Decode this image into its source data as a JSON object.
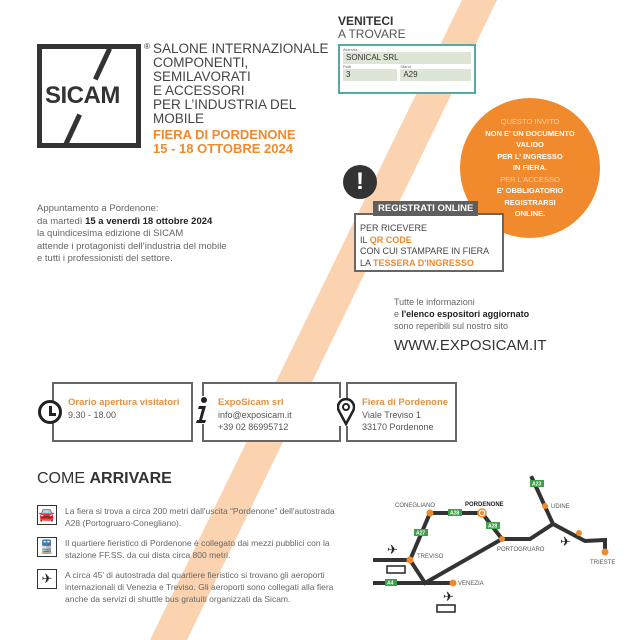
{
  "logo": {
    "text": "SICAM",
    "registered": "®"
  },
  "subtitle": [
    "SALONE INTERNAZIONALE",
    "COMPONENTI,",
    "SEMILAVORATI",
    "E ACCESSORI",
    "PER L’INDUSTRIA DEL",
    "MOBILE"
  ],
  "event": {
    "venue": "FIERA DI PORDENONE",
    "dates": "15 - 18 OTTOBRE 2024"
  },
  "intro": {
    "l1": "Appuntamento a Pordenone:",
    "l2a": "da martedì ",
    "l2b": "15 a venerdì 18 ottobre 2024",
    "l3": "la quindicesima edizione di SICAM",
    "l4": "attende i protagonisti dell’industria del mobile",
    "l5": "e tutti i professionisti del settore."
  },
  "visit": {
    "title1": "VENITECI",
    "title2": "A TROVARE",
    "company_label": "Azienda",
    "company": "SONICAL SRL",
    "pad_label": "Padi",
    "pad": "3",
    "stand_label": "Stand",
    "stand": "A29"
  },
  "notice": {
    "l1": "QUESTO INVITO",
    "l2": "NON E' UN DOCUMENTO",
    "l3": "VALIDO",
    "l4": "PER L' INGRESSO",
    "l5": "IN FIERA.",
    "l6": "PER L'ACCESSO",
    "l7": "E' OBBLIGATORIO",
    "l8": "REGISTRARSI",
    "l9": "ONLINE."
  },
  "register": {
    "tag": "REGISTRATI ONLINE",
    "l1": "PER RICEVERE",
    "l2a": "IL ",
    "l2b": "QR CODE",
    "l3": "CON CUI STAMPARE IN FIERA",
    "l4a": "LA ",
    "l4b": "TESSERA D'INGRESSO"
  },
  "info": {
    "l1": "Tutte le informazioni",
    "l2a": "e ",
    "l2b": "l'elenco espositori aggiornato",
    "l3": "sono reperibili sul nostro sito",
    "site": "WWW.EXPOSICAM.IT"
  },
  "cards": [
    {
      "title": "Orario apertura visitatori",
      "l1": "9.30 - 18.00",
      "l2": ""
    },
    {
      "title": "ExpoSicam srl",
      "l1": "info@exposicam.it",
      "l2": "+39 02 86995712"
    },
    {
      "title": "Fiera di Pordenone",
      "l1": "Viale Treviso 1",
      "l2": "33170 Pordenone"
    }
  ],
  "how": {
    "title_a": "COME ",
    "title_b": "ARRIVARE",
    "items": [
      "La fiera si trova a circa 200 metri dall'uscita “Pordenone” dell'autostrada A28 (Portogruaro-Conegliano).",
      "Il quartiere fieristico di Pordenone è collegato dai mezzi pubblici con la stazione FF.SS. da cui dista circa 800 metri.",
      "A circa 45' di autostrada dal quartiere fieristico si trovano gli aeroporti internazionali di Venezia e Treviso. Gli aeroporti sono collegati alla fiera anche da servizi di shuttle bus gratuiti organizzati da Sicam."
    ]
  },
  "map": {
    "cities": {
      "conegliano": "CONEGLIANO",
      "pordenone": "PORDENONE",
      "udine": "UDINE",
      "treviso": "TREVISO",
      "portogruaro": "PORTOGRUARO",
      "venezia": "VENEZIA",
      "trieste": "TRIESTE"
    },
    "roads": {
      "a28a": "A28",
      "a28b": "A28",
      "a27": "A27",
      "a23": "A23",
      "a4": "A4"
    }
  },
  "colors": {
    "orange": "#f08a2c",
    "teal": "#5aa8a5",
    "dark": "#333333"
  }
}
